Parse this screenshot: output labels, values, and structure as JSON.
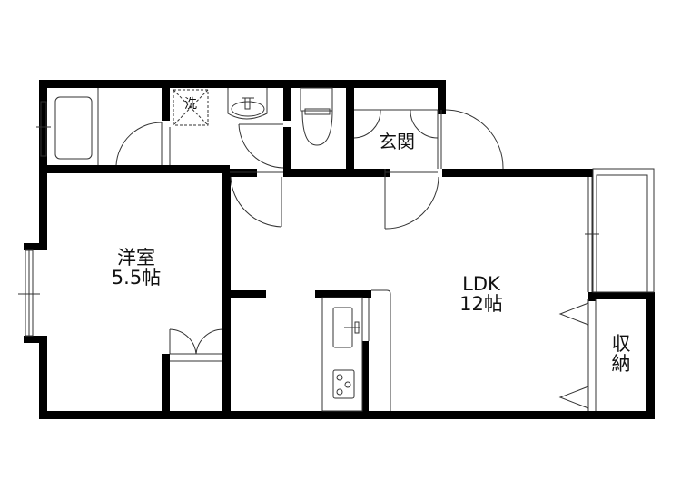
{
  "floor_plan": {
    "rooms": [
      {
        "id": "western_room",
        "name": "洋室",
        "size": "5.5帖"
      },
      {
        "id": "ldk",
        "name": "LDK",
        "size": "12帖"
      },
      {
        "id": "entrance",
        "name": "玄関"
      },
      {
        "id": "storage",
        "name": "収",
        "name2": "納"
      }
    ],
    "fixtures": {
      "washer": "洗"
    },
    "colors": {
      "wall": "#000000",
      "line": "#333333",
      "background": "#ffffff"
    }
  }
}
